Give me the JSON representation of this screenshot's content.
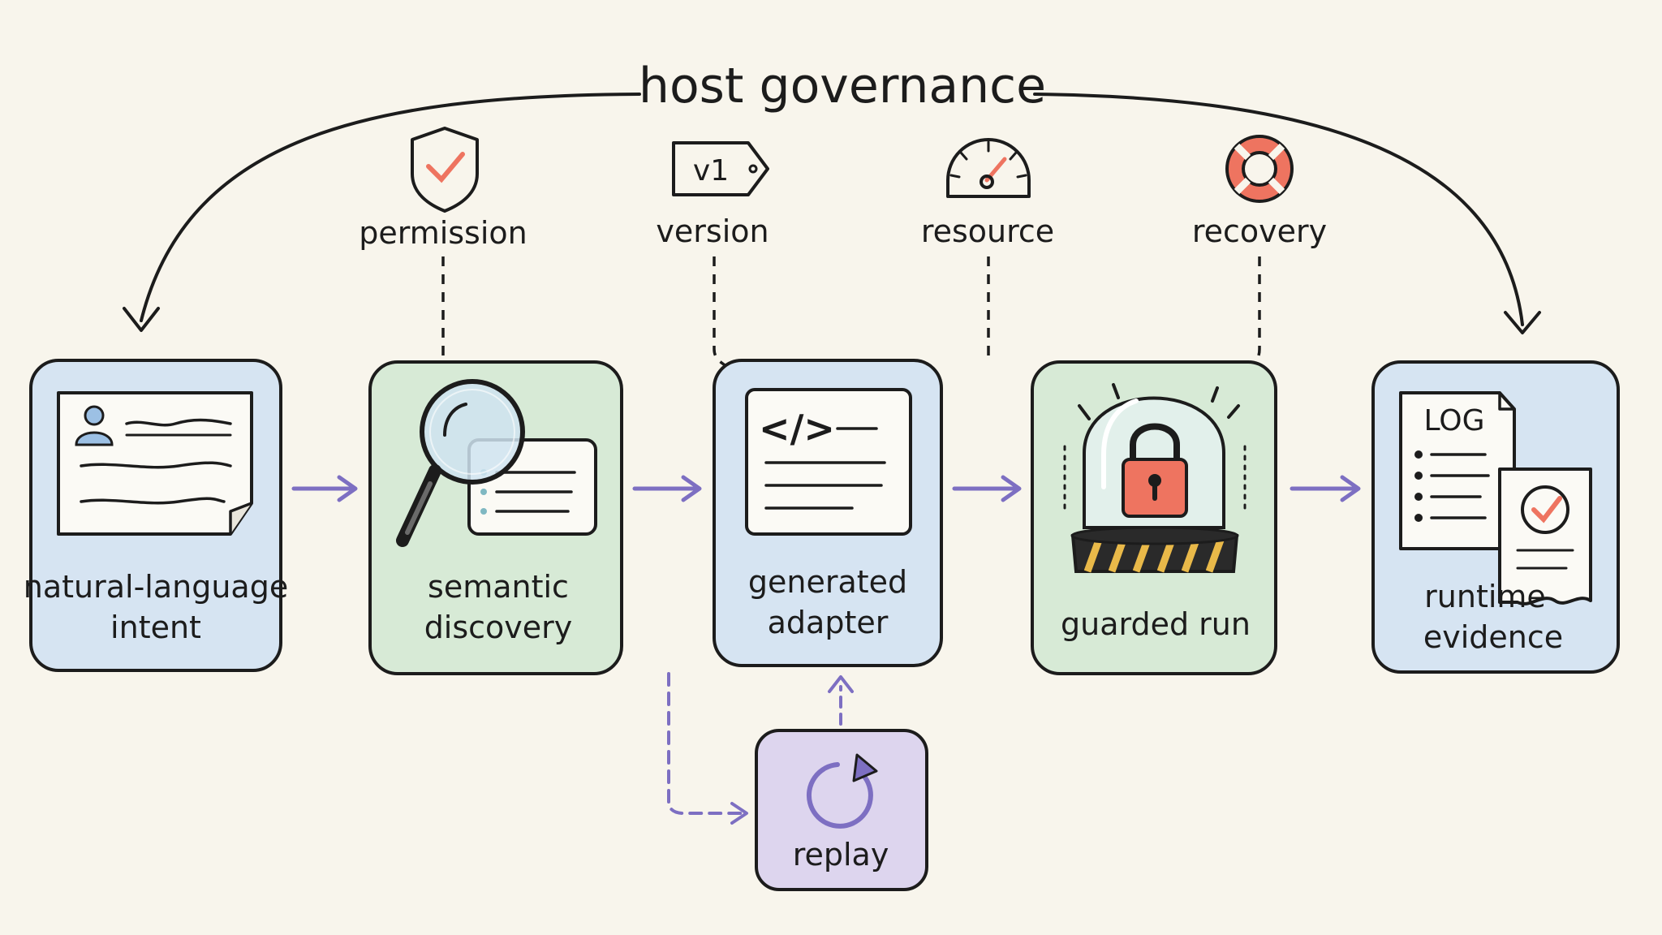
{
  "title": "host governance",
  "governance": [
    {
      "label": "permission",
      "icon": "shield-check-icon"
    },
    {
      "label": "version",
      "icon": "version-tag-icon",
      "tag_text": "v1"
    },
    {
      "label": "resource",
      "icon": "gauge-icon"
    },
    {
      "label": "recovery",
      "icon": "lifebuoy-icon"
    }
  ],
  "stages": [
    {
      "line1": "natural-language",
      "line2": "intent",
      "icon": "user-document-icon",
      "fill": "#d6e4f2"
    },
    {
      "line1": "semantic",
      "line2": "discovery",
      "icon": "magnifier-icon",
      "fill": "#d7ead6"
    },
    {
      "line1": "generated",
      "line2": "adapter",
      "icon": "code-icon",
      "code_text": "</>",
      "fill": "#d6e4f2"
    },
    {
      "line1": "guarded run",
      "line2": "",
      "icon": "lock-dome-icon",
      "fill": "#d7ead6"
    },
    {
      "line1": "runtime",
      "line2": "evidence",
      "icon": "log-document-icon",
      "log_text": "LOG",
      "fill": "#d6e4f2"
    }
  ],
  "replay": {
    "label": "replay",
    "icon": "refresh-icon",
    "fill": "#ddd5ee"
  },
  "colors": {
    "background": "#f8f5ec",
    "blue_box": "#d6e4f2",
    "green_box": "#d7ead6",
    "purple_box": "#ddd5ee",
    "arrow_purple": "#7d6fc2",
    "accent_red": "#ee7460",
    "ink": "#1c1c1c"
  }
}
